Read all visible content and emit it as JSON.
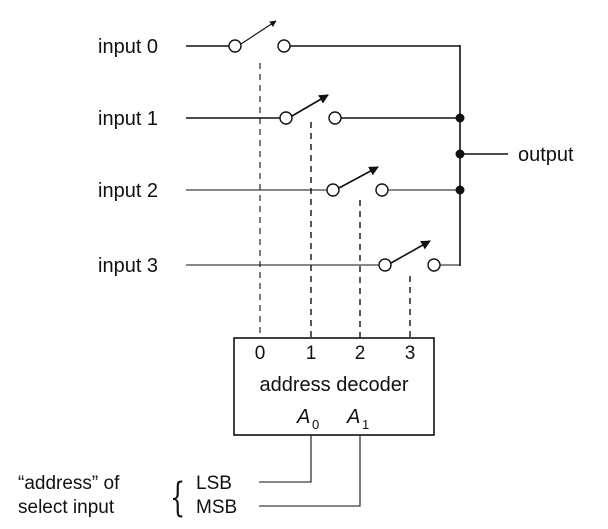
{
  "inputs": [
    "input 0",
    "input 1",
    "input 2",
    "input 3"
  ],
  "output_label": "output",
  "decoder": {
    "title": "address decoder",
    "outputs": [
      "0",
      "1",
      "2",
      "3"
    ],
    "addr0_letter": "A",
    "addr0_sub": "0",
    "addr1_letter": "A",
    "addr1_sub": "1"
  },
  "address_caption": {
    "line1": "“address” of",
    "line2": "select input",
    "brace": "{",
    "lsb": "LSB",
    "msb": "MSB"
  }
}
